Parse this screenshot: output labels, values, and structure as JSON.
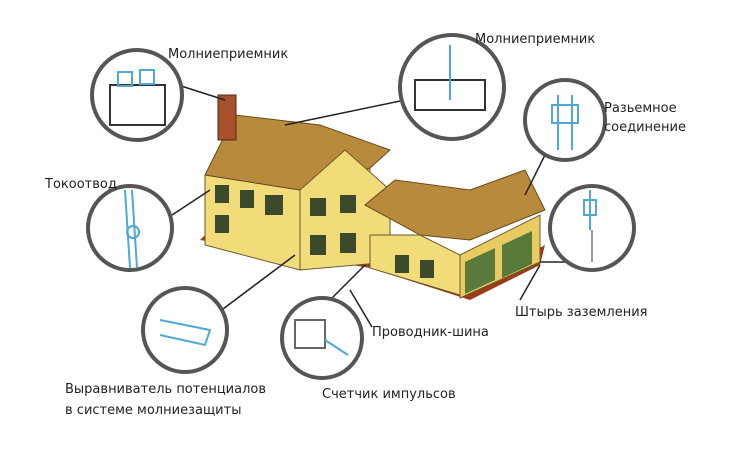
{
  "labels": {
    "air_terminal_left": "Молниеприемник",
    "air_terminal_right": "Молниеприемник",
    "connector_line1": "Разьемное",
    "connector_line2": "соединение",
    "down_conductor": "Токоотвод",
    "ground_rod": "Штырь заземления",
    "bus_conductor": "Проводник-шина",
    "surge_counter": "Счетчик импульсов",
    "equalizer_line1": "Выравниватель потенциалов",
    "equalizer_line2": "в системе молниезащиты"
  },
  "colors": {
    "wall": "#f2dc7a",
    "roof": "#b78a3c",
    "chimney": "#a6502e",
    "ground": "#9c3a1c",
    "circle": "#555555",
    "wire": "#4fa8d8",
    "garage": "#5a7a3a"
  }
}
